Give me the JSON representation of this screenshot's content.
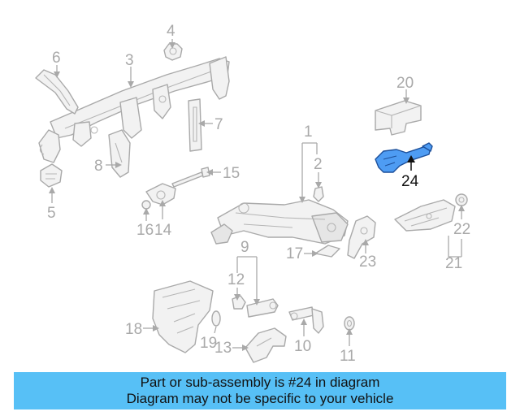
{
  "diagram": {
    "callouts": [
      "1",
      "2",
      "3",
      "4",
      "5",
      "6",
      "7",
      "8",
      "9",
      "10",
      "11",
      "12",
      "13",
      "14",
      "15",
      "16",
      "17",
      "18",
      "19",
      "20",
      "21",
      "22",
      "23",
      "24"
    ],
    "highlighted_callout": "24",
    "colors": {
      "highlight_fill": "#4e9cf3",
      "part_outline": "#a9a9a9",
      "banner": "#57c0f6"
    }
  },
  "banner": {
    "line1": "Part or sub-assembly is #24 in diagram",
    "line2": "Diagram may not be specific to your vehicle"
  }
}
